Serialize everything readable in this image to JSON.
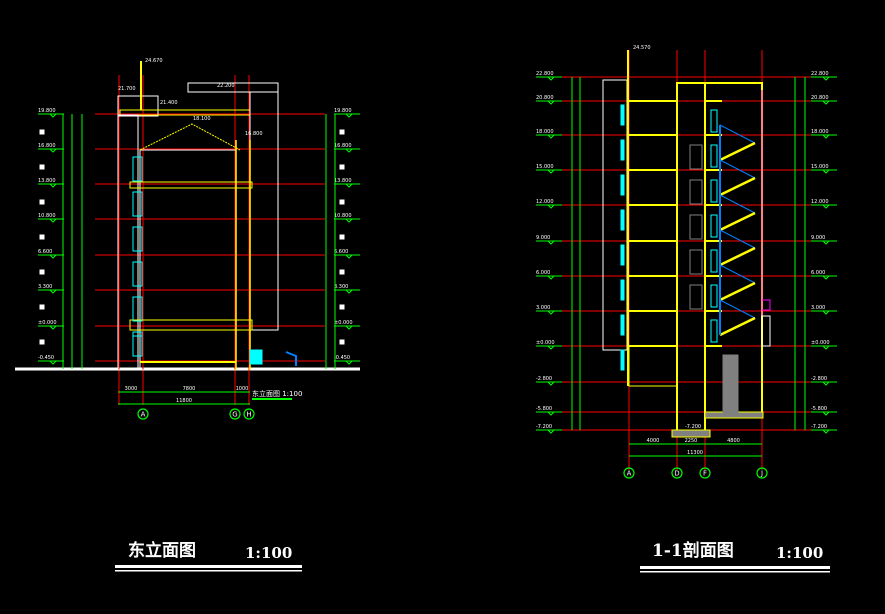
{
  "colors": {
    "background": "#000000",
    "level": "#ff0000",
    "dimension": "#00ff00",
    "wall": "#ffff00",
    "outline": "#ffffff",
    "window": "#00ffff",
    "stair": "#0080ff",
    "accent": "#ff00ff",
    "fill": "#808080"
  },
  "elevation": {
    "title": "东立面图",
    "scale": "1:100",
    "small_title": "东立面图 1:100",
    "axes": [
      "A",
      "G",
      "H"
    ],
    "dims": [
      "3000",
      "7800",
      "1000"
    ],
    "total_dim": "11800",
    "levels": [
      "19.800",
      "16.800",
      "13.800",
      "10.800",
      "6.600",
      "3.300",
      "±0.000",
      "-0.450"
    ],
    "top_marks": [
      "24.670",
      "21.700",
      "21.400",
      "18.100",
      "22.200",
      "16.800"
    ]
  },
  "section": {
    "title": "1-1剖面图",
    "scale": "1:100",
    "axes": [
      "A",
      "D",
      "F",
      "J"
    ],
    "dims": [
      "4000",
      "2250",
      "4800"
    ],
    "total_dim": "11300",
    "levels": [
      "22.800",
      "20.800",
      "18.000",
      "15.000",
      "12.000",
      "9.000",
      "6.000",
      "3.000",
      "±0.000",
      "-2.800",
      "-5.800",
      "-7.200"
    ],
    "top_mark": "24.570",
    "pit_mark": "-7.200"
  }
}
